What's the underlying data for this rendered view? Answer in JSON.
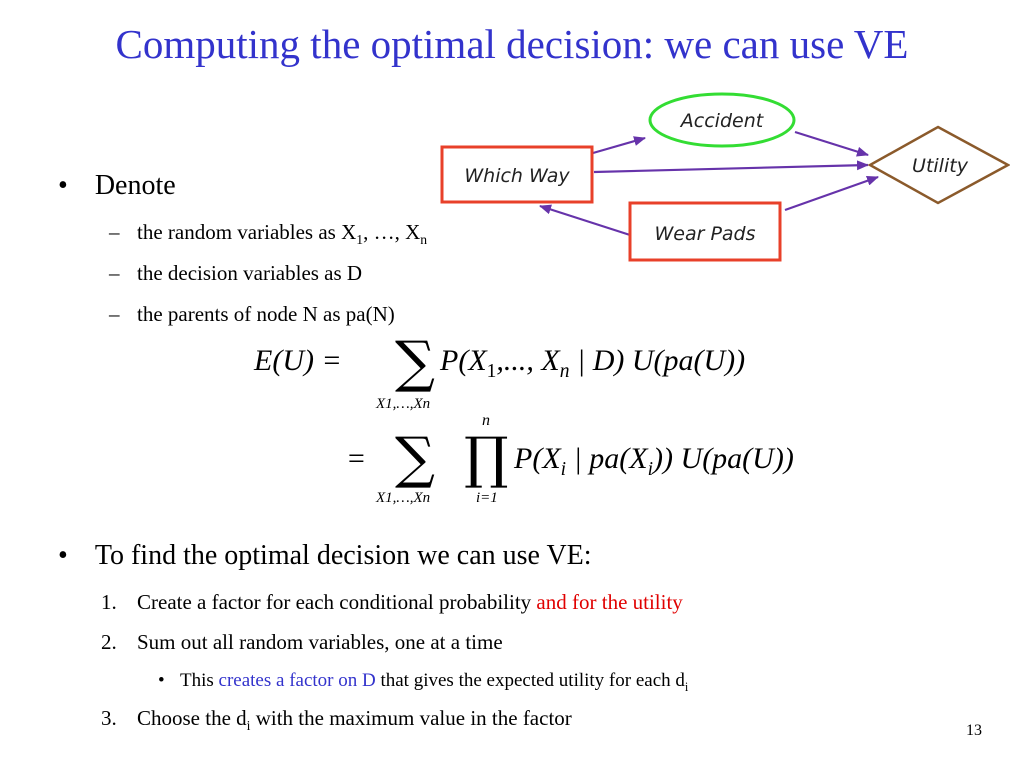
{
  "slide": {
    "title": "Computing the optimal decision: we can use VE",
    "page_number": "13"
  },
  "diagram": {
    "nodes": {
      "accident": "Accident",
      "utility": "Utility",
      "which_way": "Which Way",
      "wear_pads": "Wear Pads"
    },
    "colors": {
      "chance": "#33dd33",
      "decision": "#e8402a",
      "utility": "#8b5a2b",
      "arrow": "#6633aa"
    }
  },
  "denote": {
    "bullet": "•",
    "heading": "Denote",
    "item1_text": "the random variables as X",
    "item1_sub1": "1",
    "item1_mid": ", …, X",
    "item1_sub2": "n",
    "item2": "the decision variables as D",
    "item3": "the parents of node N as pa(N)",
    "dash": "–"
  },
  "equation": {
    "lhs": "E(U) =",
    "line1": "P(X1,..., Xn | D) U(pa(U))",
    "line2": "P(Xi | pa(Xi)) U(pa(U))",
    "eq2": "=",
    "sum_index": "X1,…,Xn",
    "prod_top": "n",
    "prod_bottom": "i=1"
  },
  "find": {
    "bullet": "•",
    "heading": "To find the optimal decision we can use VE:",
    "step1_num": "1.",
    "step1_text": "Create a factor for each conditional probability ",
    "step1_red": "and for the utility",
    "step2_num": "2.",
    "step2_text": "Sum out all random variables, one at a time",
    "sub_bullet": "•",
    "sub_pre": "This ",
    "sub_blue": "creates a factor on D",
    "sub_post": " that gives the expected utility for each d",
    "sub_sub": "i",
    "step3_num": "3.",
    "step3_pre": "Choose the d",
    "step3_sub": "i",
    "step3_post": " with the maximum value in the factor"
  }
}
